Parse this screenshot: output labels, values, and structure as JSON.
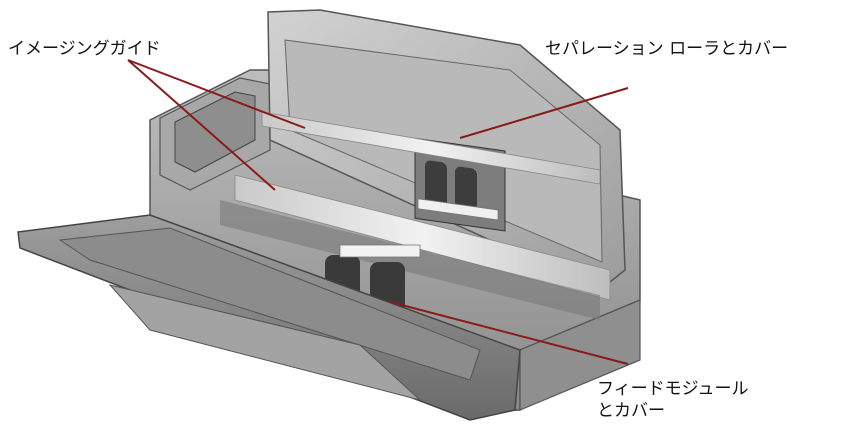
{
  "labels": {
    "imaging_guide": "イメージングガイド",
    "separation_roller": "セパレーション ローラとカバー",
    "feed_module_line1": "フィードモジュール",
    "feed_module_line2": "とカバー"
  },
  "colors": {
    "callout_line": "#8b1a1a",
    "body_gray": "#9a9a9a",
    "body_dark": "#6f6f6f",
    "body_light": "#cfcfcf",
    "glass": "#e6e6e6"
  }
}
